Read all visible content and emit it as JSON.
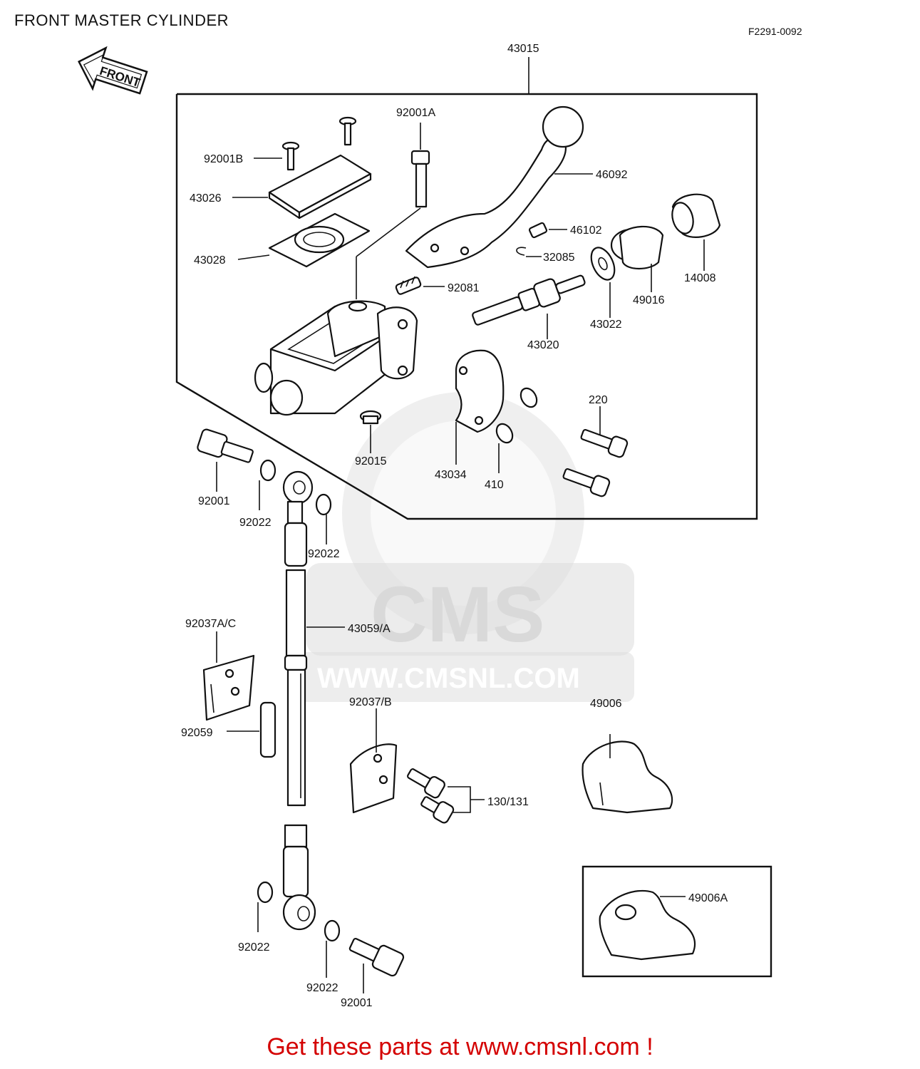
{
  "header": {
    "title": "FRONT MASTER CYLINDER",
    "figure_code": "F2291-0092"
  },
  "front_arrow": {
    "text": "FRONT"
  },
  "watermark": {
    "brand": "CMS",
    "url": "WWW.CMSNL.COM"
  },
  "parts": {
    "p43015": "43015",
    "p92001A": "92001A",
    "p92001B": "92001B",
    "p46092": "46092",
    "p43026": "43026",
    "p46102": "46102",
    "p43028": "43028",
    "p32085": "32085",
    "p14008": "14008",
    "p92081": "92081",
    "p49016": "49016",
    "p43022": "43022",
    "p43020": "43020",
    "p220": "220",
    "p92015": "92015",
    "p43034": "43034",
    "p410": "410",
    "p92001_top": "92001",
    "p92022_a": "92022",
    "p92022_b": "92022",
    "p43059A": "43059/A",
    "p92037AC": "92037A/C",
    "p92037B": "92037/B",
    "p49006": "49006",
    "p92059": "92059",
    "p130_131": "130/131",
    "p49006A": "49006A",
    "p92022_c": "92022",
    "p92022_d": "92022",
    "p92001_bot": "92001"
  },
  "footer": {
    "cta": "Get these parts at www.cmsnl.com !"
  }
}
